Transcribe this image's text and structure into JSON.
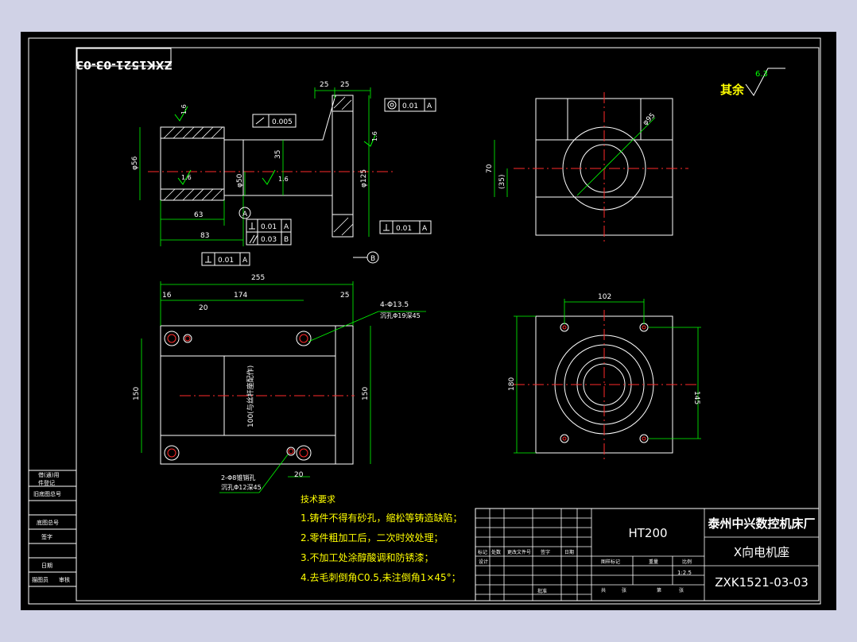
{
  "drawing": {
    "mirrored_number": "ZXK1521-03-03",
    "finish": {
      "other_label": "其余",
      "roughness": "6.3"
    }
  },
  "dims": {
    "d25a": "25",
    "d25b": "25",
    "d25c": "25",
    "phi56": "φ56",
    "phi35": "35",
    "phi50": "φ50",
    "phi125": "φ125",
    "d63": "63",
    "d83": "83",
    "d255": "255",
    "d16": "16",
    "d20a": "20",
    "d174": "174",
    "d20b": "20",
    "d150a": "150",
    "d150b": "150",
    "d102": "102",
    "d180": "180",
    "d145": "145",
    "d70": "70",
    "d35b": "(35)",
    "phi95": "φ95",
    "roughness_16a": "1.6",
    "roughness_16b": "1.6",
    "roughness_16c": "1.6",
    "roughness_16d": "1.6",
    "hole_callout_1": "4-Φ13.5",
    "hole_callout_2": "沉孔Φ19深45",
    "pin_callout_1": "2-Φ8锥销孔",
    "pin_callout_2": "沉孔Φ12深45",
    "center_note": "100(与丝杆座配作)"
  },
  "tolerances": {
    "flatness": "0.005",
    "concentric": "0.01",
    "concentric_ref": "A",
    "perp_flange": "0.01",
    "perp_flange_ref": "A",
    "perp_left_val": "0.01",
    "perp_left_ref": "A",
    "par_left_val": "0.03",
    "par_left_ref": "B",
    "perp_bottom_val": "0.01",
    "perp_bottom_ref": "A",
    "datum_a": "A",
    "datum_b": "B"
  },
  "notes": {
    "title": "技术要求",
    "items": [
      "1.铸件不得有砂孔，缩松等铸造缺陷；",
      "2.零件粗加工后，二次时效处理；",
      "3.不加工处涂醇酸调和防锈漆；",
      "4.去毛刺倒角C0.5,未注倒角1×45°；"
    ]
  },
  "side_table": [
    "借(通)用",
    "件登记",
    "旧底图总号",
    "底图总号",
    "签字",
    "日期",
    "描图员",
    "审核"
  ],
  "title_block": {
    "material": "HT200",
    "company": "泰州中兴数控机床厂",
    "part_name": "X向电机座",
    "part_number": "ZXK1521-03-03",
    "scale": "1:2.5",
    "heads": [
      "标记",
      "处数",
      "更改文件号",
      "签字",
      "日期"
    ],
    "design": "设计",
    "stage": "图样标记",
    "weight": "重量",
    "ratio": "比例",
    "total": "共",
    "sheet": "张",
    "page": "第",
    "page_sheet": "张",
    "approve": "批准"
  },
  "colors": {
    "outline": "#ffffff",
    "dimension": "#00ff00",
    "centerline": "#ff2a2a",
    "text": "#ffff00",
    "hatch": "#ffffff"
  }
}
